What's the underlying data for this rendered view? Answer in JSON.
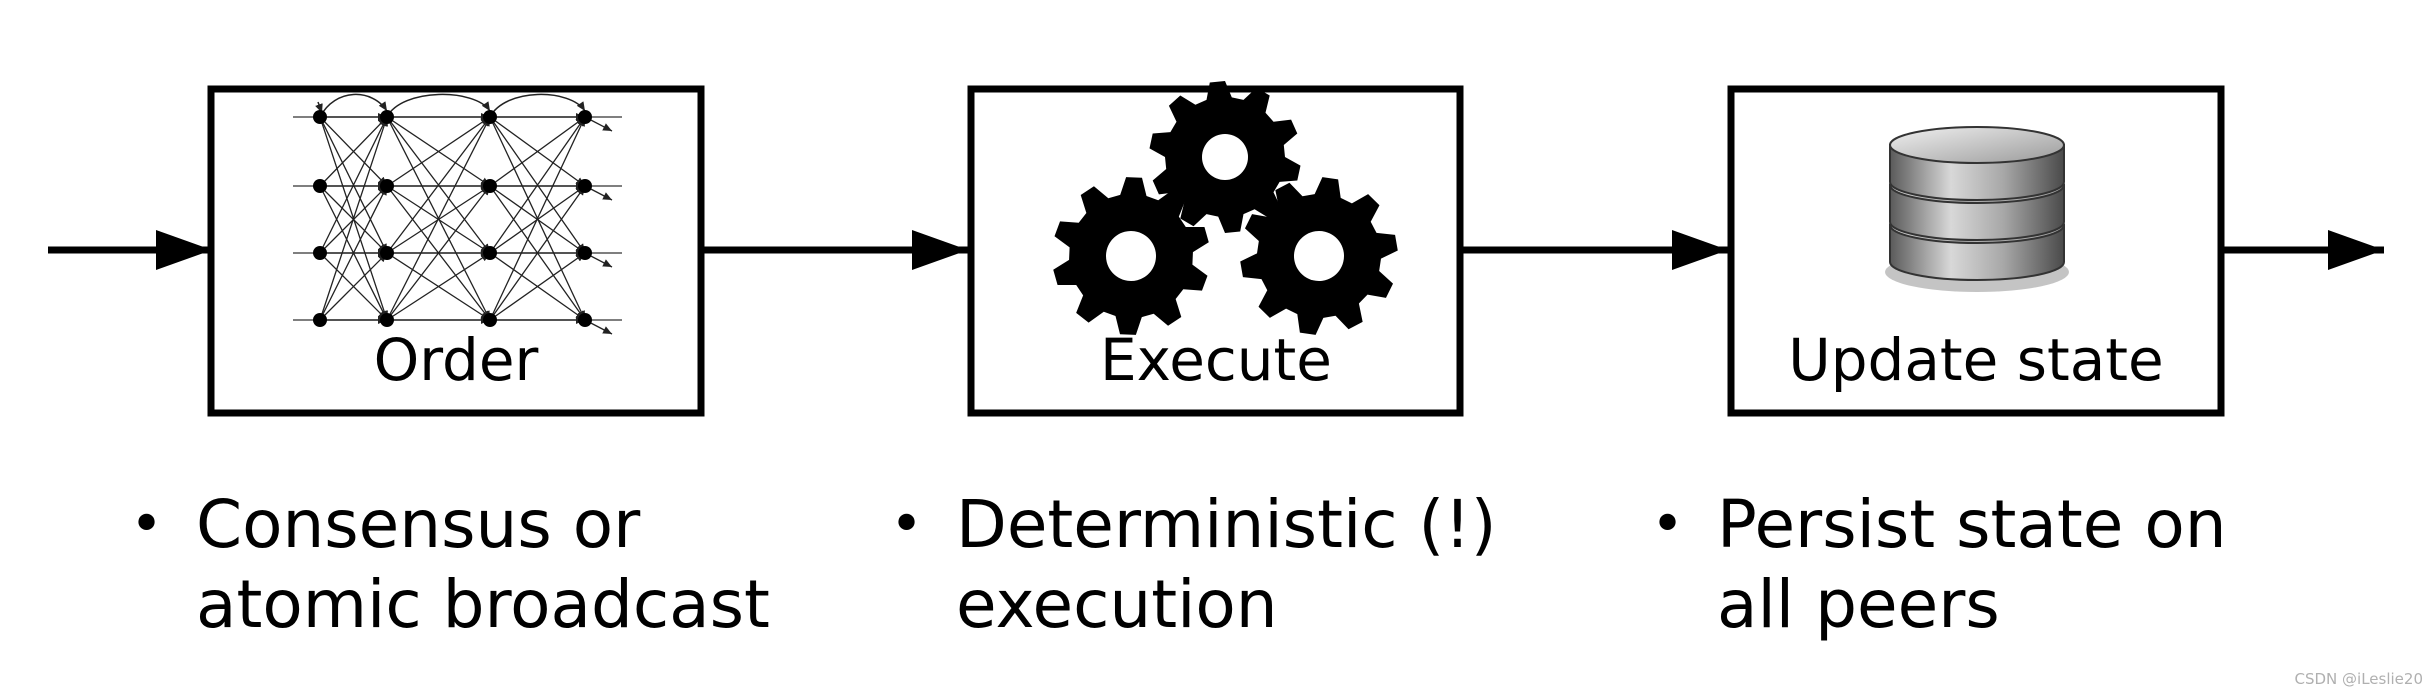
{
  "stages": [
    {
      "label": "Order",
      "icon": "network-graph-icon"
    },
    {
      "label": "Execute",
      "icon": "gears-icon"
    },
    {
      "label": "Update state",
      "icon": "database-icon"
    }
  ],
  "bullets": [
    {
      "symbol": "•",
      "line1": "Consensus or",
      "line2": "atomic broadcast"
    },
    {
      "symbol": "•",
      "line1": "Deterministic (!)",
      "line2": "execution"
    },
    {
      "symbol": "•",
      "line1": "Persist state on",
      "line2": "all peers"
    }
  ],
  "watermark": "CSDN @iLeslie20",
  "colors": {
    "stroke": "#000000",
    "background": "#ffffff"
  }
}
